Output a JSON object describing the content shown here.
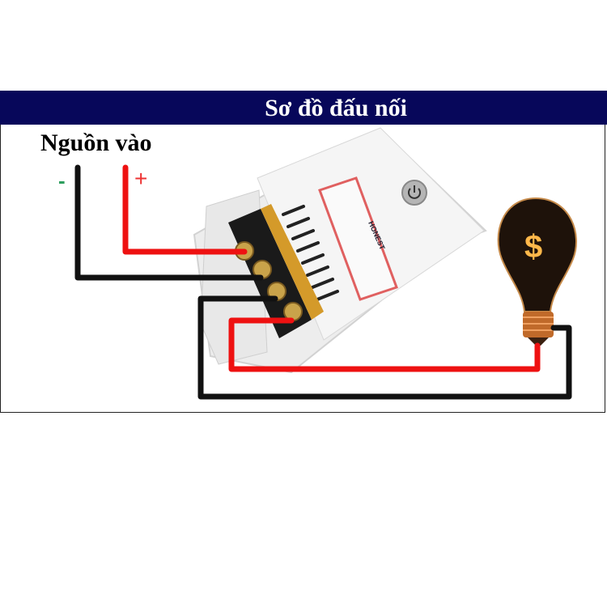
{
  "header": {
    "title": "Sơ đồ đấu nối"
  },
  "source": {
    "label": "Nguồn vào",
    "negative": "-",
    "positive": "+"
  },
  "device": {
    "brand": "HONEST",
    "type": "wireless remote switch relay",
    "terminals": 4
  },
  "load": {
    "name": "light bulb",
    "symbol": "$"
  },
  "colors": {
    "banner": "#07075a",
    "wire_positive": "#ee1111",
    "wire_negative": "#111111",
    "minus_sign": "#2e9e5e",
    "plus_sign": "#e33333"
  }
}
